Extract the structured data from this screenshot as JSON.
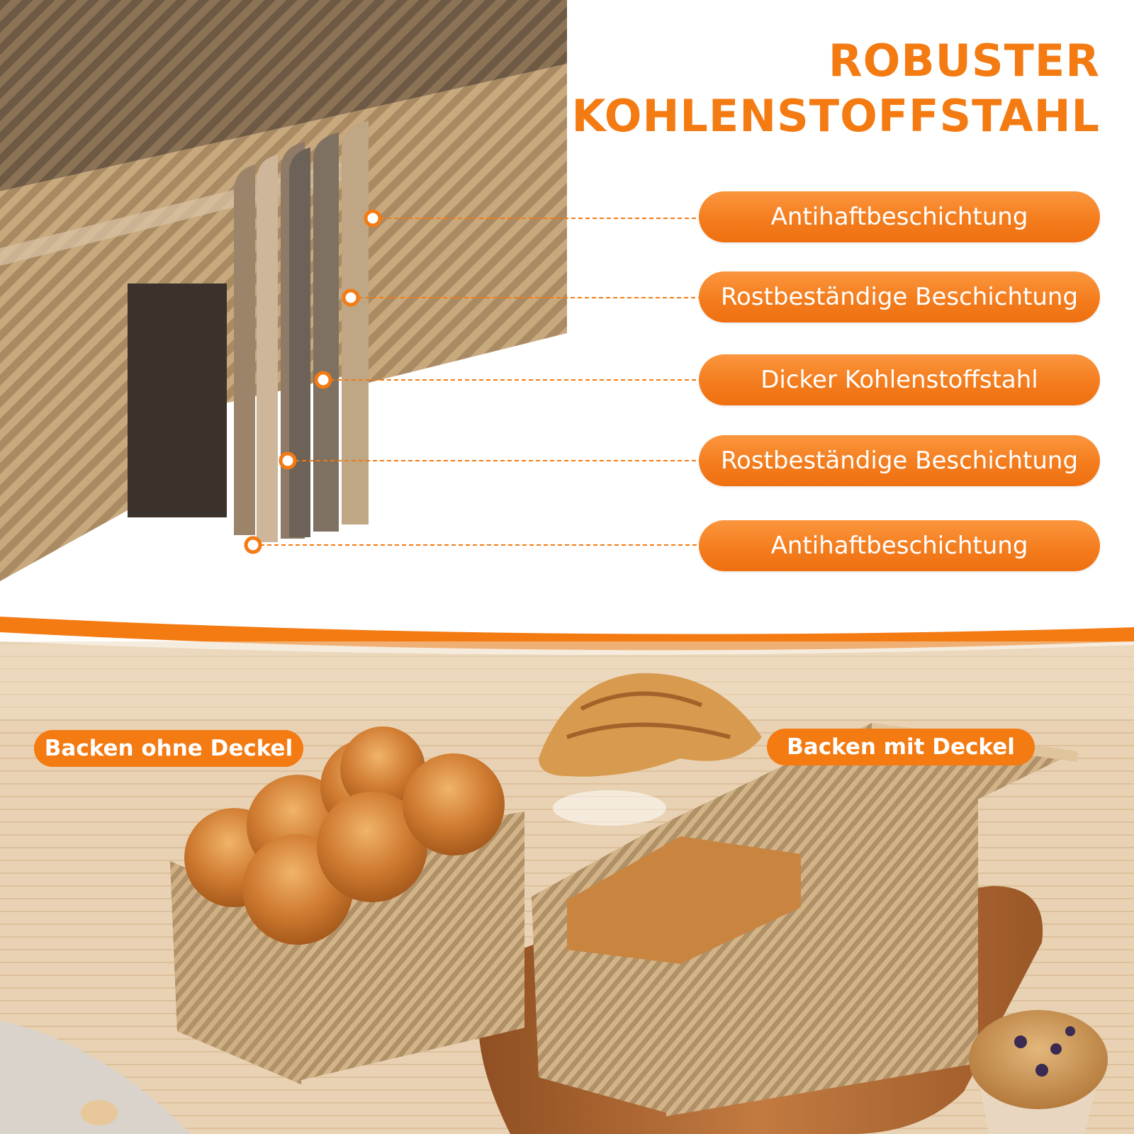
{
  "headline": {
    "line_1": "ROBUSTER",
    "line_2": "KOHLENSTOFFSTAHL"
  },
  "layers": [
    {
      "label": "Antihaftbeschichtung"
    },
    {
      "label": "Rostbeständige Beschichtung"
    },
    {
      "label": "Dicker Kohlenstoffstahl"
    },
    {
      "label": "Rostbeständige Beschichtung"
    },
    {
      "label": "Antihaftbeschichtung"
    }
  ],
  "tags": {
    "without_lid": "Backen ohne Deckel",
    "with_lid": "Backen mit Deckel"
  },
  "colors": {
    "accent_orange": "#f47a12",
    "pan_gold": "#c9a77c",
    "pan_dark": "#6d5c49",
    "wood_table": "#e7cfae",
    "board_wood": "#b06a35",
    "bread_crust": "#c7702a"
  }
}
